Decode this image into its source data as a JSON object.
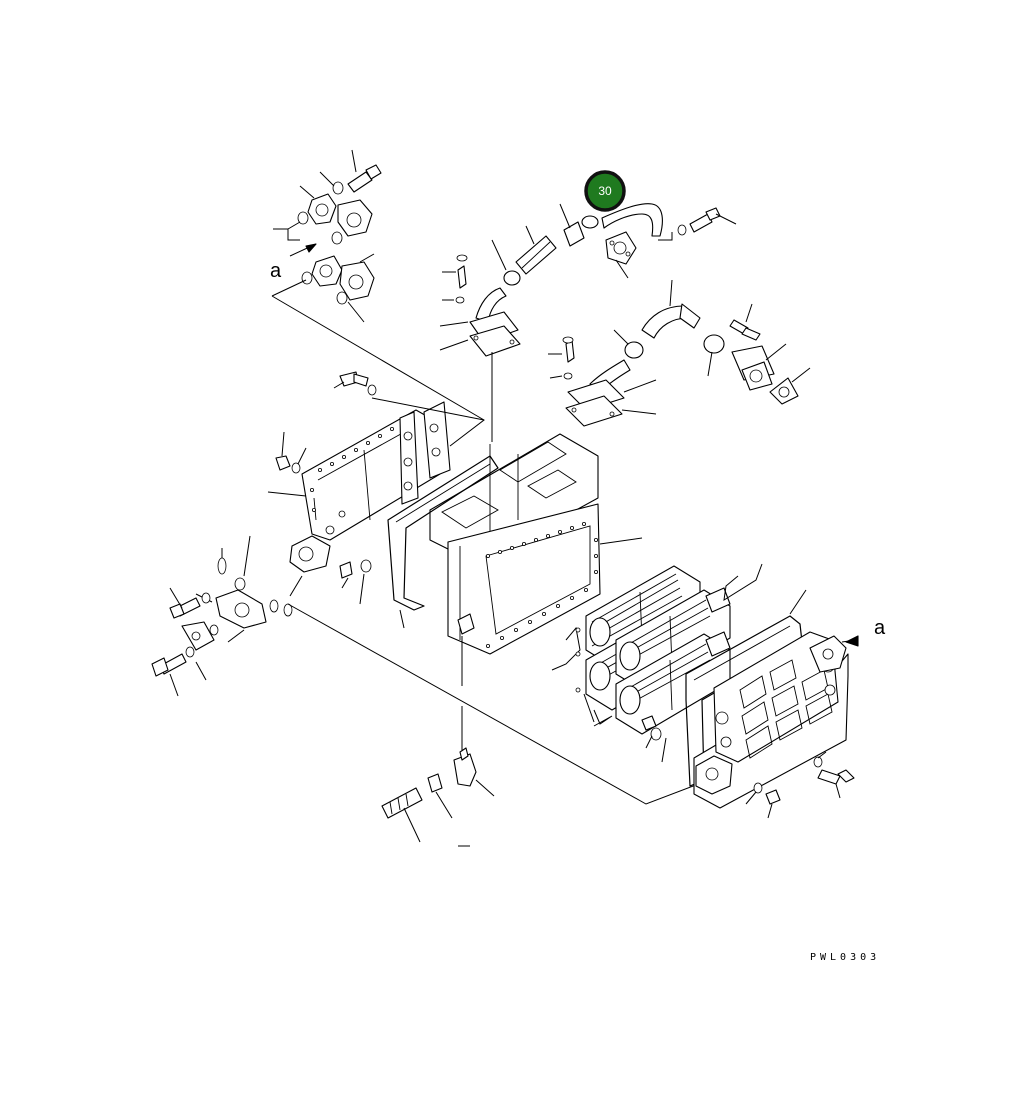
{
  "diagram": {
    "view_marker_left": "a",
    "view_marker_right": "a",
    "callout_badge": {
      "label": "30",
      "fill": "#1f7a1f",
      "ring": "#111111",
      "text_color": "#ffffff"
    },
    "drawing_code": "PWL0303"
  }
}
